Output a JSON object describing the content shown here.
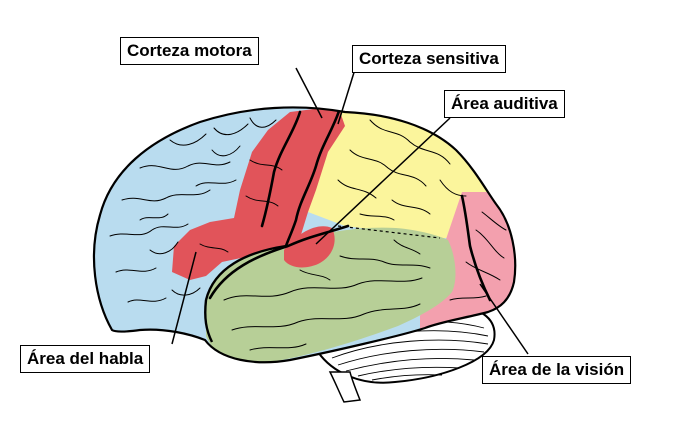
{
  "labels": {
    "motor": "Corteza motora",
    "sensory": "Corteza sensitiva",
    "auditory": "Área auditiva",
    "speech": "Área del habla",
    "vision": "Área de la visión"
  },
  "colors": {
    "frontal": "#b9dcef",
    "motor": "#e1545a",
    "parietal": "#fbf59c",
    "temporal": "#b7cf97",
    "occipital": "#f3a0ae",
    "cerebellum": "#ffffff",
    "outline": "#000000"
  }
}
